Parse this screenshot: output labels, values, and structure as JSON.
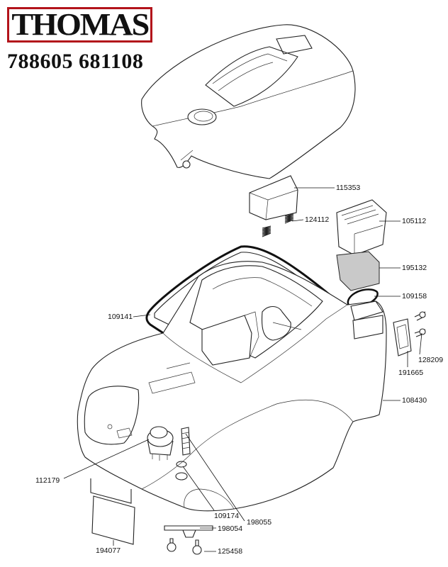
{
  "header": {
    "brand": "THOMAS",
    "part_numbers": "788605 681108"
  },
  "callouts": {
    "c115353": "115353",
    "c124112": "124112",
    "c105112": "105112",
    "c195132": "195132",
    "c109158": "109158",
    "c109141": "109141",
    "c128209": "128209",
    "c191665": "191665",
    "c108430": "108430",
    "c112179": "112179",
    "c109174": "109174",
    "c198055": "198055",
    "c198054": "198054",
    "c194077": "194077",
    "c125458": "125458"
  },
  "colors": {
    "brand_red": "#b3141b",
    "line": "#222222",
    "filter_grey": "#c9c9c9"
  }
}
